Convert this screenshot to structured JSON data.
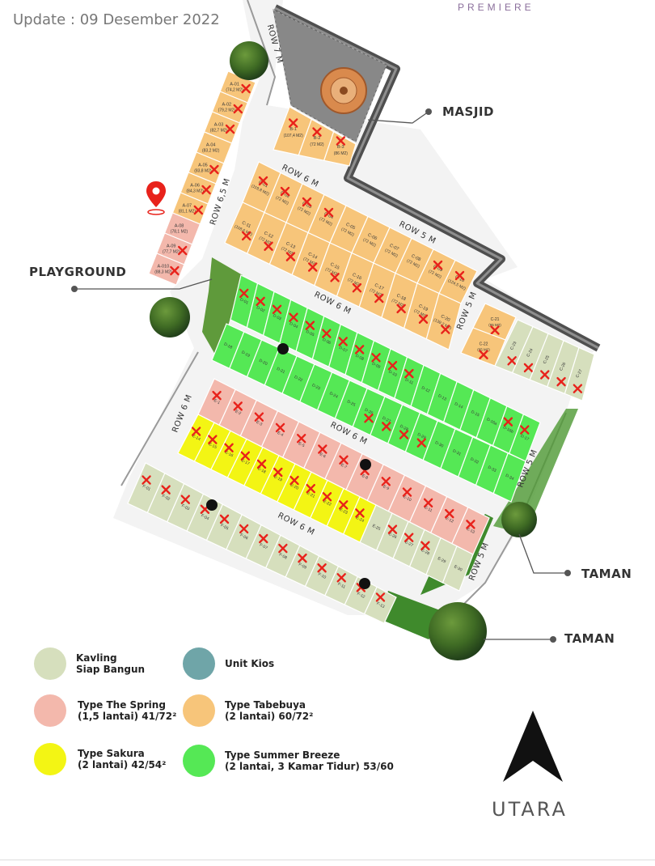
{
  "header": {
    "update": "Update : 09 Desember 2022",
    "brand": "PREMIERE"
  },
  "roads": [
    {
      "label": "ROW 7 M"
    },
    {
      "label": "ROW 6 M"
    },
    {
      "label": "ROW 6,5 M"
    },
    {
      "label": "ROW 5 M"
    },
    {
      "label": "ROW 6 M"
    },
    {
      "label": "ROW 5 M"
    },
    {
      "label": "ROW 6 M"
    },
    {
      "label": "ROW 6 M"
    },
    {
      "label": "ROW 5 M"
    },
    {
      "label": "ROW 6 M"
    },
    {
      "label": "ROW 5 M"
    }
  ],
  "callouts": {
    "masjid": "MASJID",
    "playground": "PLAYGROUND",
    "taman1": "TAMAN",
    "taman2": "TAMAN"
  },
  "colors": {
    "kavling": "#d6dfbd",
    "kios": "#6fa5a8",
    "spring": "#f3b8ac",
    "tabebuya": "#f7c57a",
    "sakura": "#f3f514",
    "summer": "#55e855",
    "road": "#4f4f4f",
    "sold": "#e8221b"
  },
  "legend": [
    {
      "line1": "Kavling",
      "line2": "Siap Bangun",
      "color": "#d6dfbd"
    },
    {
      "line1": "Unit Kios",
      "line2": "",
      "color": "#6fa5a8"
    },
    {
      "line1": "Type The Spring",
      "line2": "(1,5 lantai) 41/72²",
      "color": "#f3b8ac"
    },
    {
      "line1": "Type Tabebuya",
      "line2": "(2 lantai) 60/72²",
      "color": "#f7c57a"
    },
    {
      "line1": "Type Sakura",
      "line2": "(2 lantai) 42/54²",
      "color": "#f3f514"
    },
    {
      "line1": "Type Summer Breeze",
      "line2": "(2 lantai, 3 Kamar Tidur) 53/60",
      "color": "#55e855"
    }
  ],
  "compass": {
    "label": "UTARA"
  },
  "blocks": {
    "A": [
      {
        "id": "A-01",
        "area": "(74,2 M2)",
        "sold": true
      },
      {
        "id": "A-02",
        "area": "(79,2 M2)",
        "sold": true
      },
      {
        "id": "A-03",
        "area": "(82,7 M2)",
        "sold": true
      },
      {
        "id": "A-04",
        "area": "(83,2 M2)",
        "sold": false
      },
      {
        "id": "A-05",
        "area": "(83,8 M2)",
        "sold": true
      },
      {
        "id": "A-06",
        "area": "(84,3 M2)",
        "sold": true
      },
      {
        "id": "A-07",
        "area": "(81,1 M2)",
        "sold": true
      },
      {
        "id": "A-08",
        "area": "(78,1 M2)",
        "sold": false
      },
      {
        "id": "A-09",
        "area": "(77,7 M2)",
        "sold": true
      },
      {
        "id": "A-010",
        "area": "(88,3 M2)",
        "sold": true
      }
    ],
    "B": [
      {
        "id": "B-1",
        "area": "(107,4 M2)",
        "sold": true
      },
      {
        "id": "B-2",
        "area": "(72 M2)",
        "sold": true
      },
      {
        "id": "B-3",
        "area": "(86 M2)",
        "sold": true
      }
    ],
    "C_top": [
      {
        "id": "C-01",
        "area": "(119,8 M2)",
        "sold": true
      },
      {
        "id": "C-02",
        "area": "(72 M2)",
        "sold": true
      },
      {
        "id": "C-03",
        "area": "(72 M2)",
        "sold": true
      },
      {
        "id": "C-04",
        "area": "(72 M2)",
        "sold": true
      },
      {
        "id": "C-05",
        "area": "(72 M2)",
        "sold": false
      },
      {
        "id": "C-06",
        "area": "(72 M2)",
        "sold": false
      },
      {
        "id": "C-07",
        "area": "(72 M2)",
        "sold": false
      },
      {
        "id": "C-08",
        "area": "(72 M2)",
        "sold": false
      },
      {
        "id": "C-09",
        "area": "(72 M2)",
        "sold": true
      },
      {
        "id": "C-10",
        "area": "(124,5 M2)",
        "sold": true
      }
    ],
    "C_bottom": [
      {
        "id": "C-11",
        "area": "(118,6 M2)",
        "sold": true
      },
      {
        "id": "C-12",
        "area": "(72 M2)",
        "sold": true
      },
      {
        "id": "C-13",
        "area": "(72 M2)",
        "sold": true
      },
      {
        "id": "C-14",
        "area": "(72 M2)",
        "sold": true
      },
      {
        "id": "C-15",
        "area": "(72 M2)",
        "sold": true
      },
      {
        "id": "C-16",
        "area": "(72 M2)",
        "sold": true
      },
      {
        "id": "C-17",
        "area": "(72 M2)",
        "sold": true
      },
      {
        "id": "C-18",
        "area": "(72 M2)",
        "sold": true
      },
      {
        "id": "C-19",
        "area": "(72 M2)",
        "sold": true
      },
      {
        "id": "C-20",
        "area": "(139,2 M2)",
        "sold": true
      }
    ],
    "C_side": [
      {
        "id": "C-21",
        "area": "(65 M2)",
        "sold": true
      },
      {
        "id": "C-22",
        "area": "(65 M2)",
        "sold": true
      },
      {
        "id": "C-23",
        "area": "",
        "sold": true
      },
      {
        "id": "C-24",
        "area": "",
        "sold": true
      },
      {
        "id": "C-25",
        "area": "",
        "sold": true
      },
      {
        "id": "C-26",
        "area": "",
        "sold": true
      },
      {
        "id": "C-27",
        "area": "",
        "sold": true
      }
    ],
    "D_top": [
      {
        "id": "D-01",
        "sold": true
      },
      {
        "id": "D-02",
        "sold": true
      },
      {
        "id": "D-03",
        "sold": true
      },
      {
        "id": "D-04",
        "sold": true
      },
      {
        "id": "D-05",
        "sold": true
      },
      {
        "id": "D-06",
        "sold": true
      },
      {
        "id": "D-07",
        "sold": true
      },
      {
        "id": "D-08",
        "sold": true
      },
      {
        "id": "D-09",
        "sold": true
      },
      {
        "id": "D-10",
        "sold": true
      },
      {
        "id": "D-11",
        "sold": true
      },
      {
        "id": "D-12",
        "sold": false
      },
      {
        "id": "D-13",
        "sold": false
      },
      {
        "id": "D-14",
        "sold": false
      },
      {
        "id": "D-15",
        "sold": false
      },
      {
        "id": "D-16a",
        "sold": false
      },
      {
        "id": "D-16b",
        "sold": true
      },
      {
        "id": "D-17",
        "sold": true
      }
    ],
    "D_bottom": [
      {
        "id": "D-18",
        "sold": false
      },
      {
        "id": "D-19",
        "sold": false
      },
      {
        "id": "D-20",
        "sold": false
      },
      {
        "id": "D-21",
        "sold": false
      },
      {
        "id": "D-22",
        "sold": false
      },
      {
        "id": "D-23",
        "sold": false
      },
      {
        "id": "D-24",
        "sold": false
      },
      {
        "id": "D-25",
        "sold": false
      },
      {
        "id": "D-26",
        "sold": true
      },
      {
        "id": "D-27",
        "sold": true
      },
      {
        "id": "D-28",
        "sold": true
      },
      {
        "id": "D-29",
        "sold": true
      },
      {
        "id": "D-30",
        "sold": false
      },
      {
        "id": "D-31",
        "sold": false
      },
      {
        "id": "D-32",
        "sold": false
      },
      {
        "id": "D-33",
        "sold": false
      },
      {
        "id": "D-34",
        "sold": false
      }
    ],
    "E_top": [
      {
        "id": "E-1",
        "sold": true
      },
      {
        "id": "E-2",
        "sold": true
      },
      {
        "id": "E-3",
        "sold": true
      },
      {
        "id": "E-4",
        "sold": true
      },
      {
        "id": "E-5",
        "sold": true
      },
      {
        "id": "E-6",
        "sold": true
      },
      {
        "id": "E-7",
        "sold": true
      },
      {
        "id": "E-8",
        "sold": true
      },
      {
        "id": "E-9",
        "sold": true
      },
      {
        "id": "E-10",
        "sold": true
      },
      {
        "id": "E-11",
        "sold": true
      },
      {
        "id": "E-12",
        "sold": true
      },
      {
        "id": "E-13",
        "sold": true
      }
    ],
    "E_bottom": [
      {
        "id": "E-14",
        "sold": true
      },
      {
        "id": "E-15",
        "sold": true
      },
      {
        "id": "E-16",
        "sold": true
      },
      {
        "id": "E-17",
        "sold": true
      },
      {
        "id": "E-18",
        "sold": true
      },
      {
        "id": "E-19",
        "sold": true
      },
      {
        "id": "E-20",
        "sold": true
      },
      {
        "id": "E-21",
        "sold": true
      },
      {
        "id": "E-22",
        "sold": true
      },
      {
        "id": "E-23",
        "sold": true
      },
      {
        "id": "E-24",
        "sold": true
      },
      {
        "id": "E-25",
        "sold": false
      },
      {
        "id": "E-26",
        "sold": true
      },
      {
        "id": "E-27",
        "sold": true
      },
      {
        "id": "E-28",
        "sold": true
      },
      {
        "id": "E-29",
        "sold": false
      },
      {
        "id": "E-30",
        "sold": false
      }
    ],
    "F": [
      {
        "id": "F-01",
        "sold": true
      },
      {
        "id": "F-02",
        "sold": true
      },
      {
        "id": "F-03",
        "sold": true
      },
      {
        "id": "F-04",
        "sold": true
      },
      {
        "id": "F-05",
        "sold": true
      },
      {
        "id": "F-06",
        "sold": true
      },
      {
        "id": "F-07",
        "sold": true
      },
      {
        "id": "F-08",
        "sold": true
      },
      {
        "id": "F-09",
        "sold": true
      },
      {
        "id": "F-10",
        "sold": true
      },
      {
        "id": "F-11",
        "sold": true
      },
      {
        "id": "F-12",
        "sold": true
      },
      {
        "id": "F-13",
        "sold": true
      }
    ]
  }
}
